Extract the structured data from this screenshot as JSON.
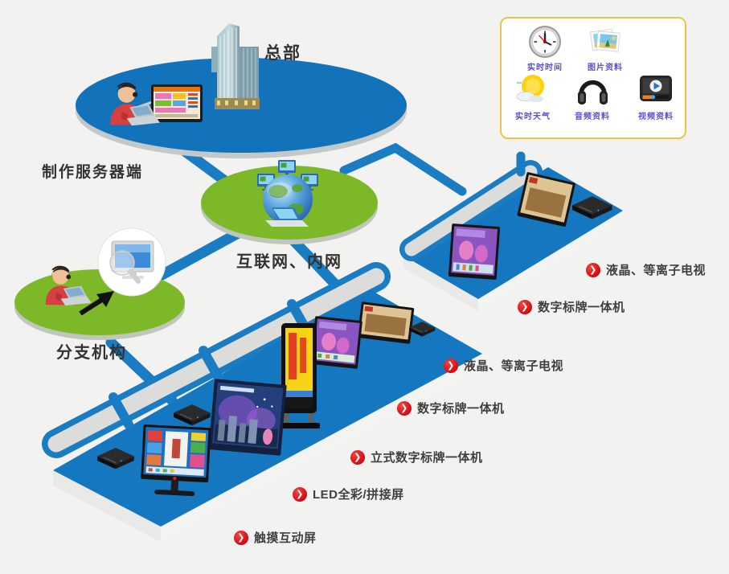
{
  "page": {
    "background": "#f2f2f0"
  },
  "colors": {
    "platform_blue": "#1577bf",
    "ellipse_blue": "#1273bb",
    "node_green": "#7db829",
    "road_blue": "#1a7cc2",
    "accent_red": "#e30613",
    "panel_border": "#eec14d",
    "panel_label_purple": "#5b50c9",
    "label_dark": "#3f3f3f"
  },
  "nodes": {
    "headquarters": {
      "title": "总部",
      "caption": "制作服务器端"
    },
    "network": {
      "caption": "互联网、内网"
    },
    "branch": {
      "caption": "分支机构"
    }
  },
  "media_panel": {
    "items": [
      {
        "icon": "clock-icon",
        "label": "实时时间"
      },
      {
        "icon": "photos-icon",
        "label": "图片资料"
      },
      {
        "icon": "weather-icon",
        "label": "实时天气"
      },
      {
        "icon": "headphones-icon",
        "label": "音频资料"
      },
      {
        "icon": "video-icon",
        "label": "视频资料"
      }
    ]
  },
  "device_labels": {
    "arrow_glyph": "❯",
    "items": [
      {
        "label": "液晶、等离子电视"
      },
      {
        "label": "数字标牌一体机"
      },
      {
        "label": "液晶、等离子电视"
      },
      {
        "label": "数字标牌一体机"
      },
      {
        "label": "立式数字标牌一体机"
      },
      {
        "label": "LED全彩/拼接屏"
      },
      {
        "label": "触摸互动屏"
      }
    ]
  }
}
